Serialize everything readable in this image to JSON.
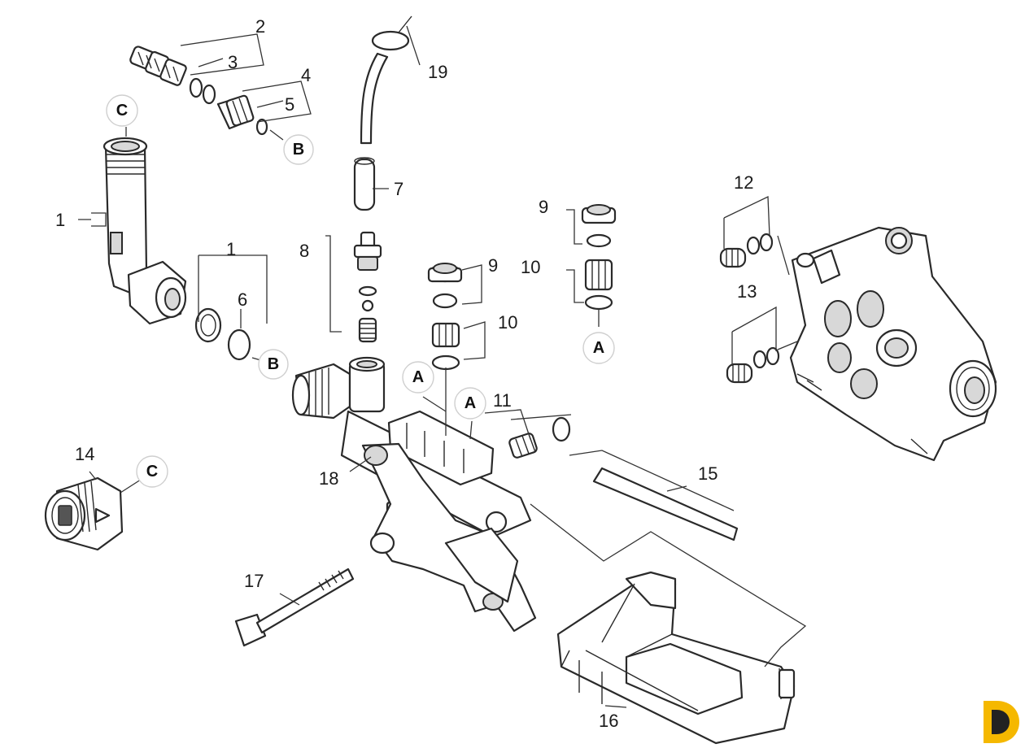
{
  "diagram": {
    "part_numbers": {
      "p1_left": "1",
      "p1_mid": "1",
      "p2": "2",
      "p3": "3",
      "p4": "4",
      "p5": "5",
      "p6": "6",
      "p7": "7",
      "p8": "8",
      "p9_mid": "9",
      "p9_right": "9",
      "p10_mid": "10",
      "p10_right": "10",
      "p11": "11",
      "p12": "12",
      "p13": "13",
      "p14": "14",
      "p15": "15",
      "p16": "16",
      "p17": "17",
      "p18": "18",
      "p19": "19"
    },
    "connection_badges": {
      "c_top": "C",
      "b_top": "B",
      "b_mid": "B",
      "a_left": "A",
      "a_mid": "A",
      "a_right": "A",
      "c_bottom": "C"
    }
  },
  "brand": {
    "logo_icon": "d-logo-icon",
    "colors": {
      "yellow": "#f5b800",
      "dark": "#222222"
    }
  }
}
